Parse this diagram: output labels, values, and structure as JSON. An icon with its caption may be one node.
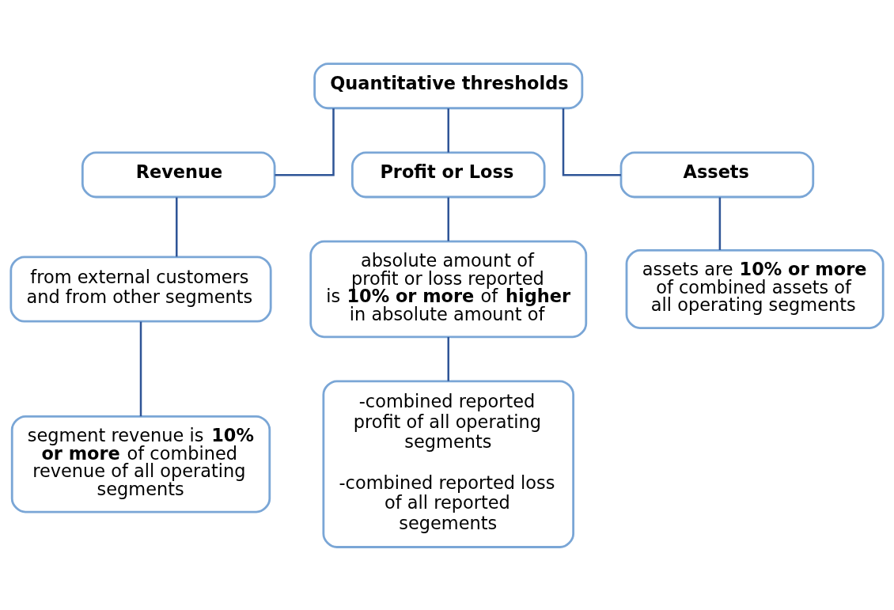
{
  "diagram": {
    "nodes": [
      {
        "text": [
          "Quantitative thresholds"
        ]
      },
      {
        "text": [
          "Revenue"
        ]
      },
      {
        "text": [
          "Profit or Loss"
        ]
      },
      {
        "text": [
          "Assets"
        ]
      },
      {
        "text": [
          "from external customers and from other segments"
        ]
      },
      {
        "text": [
          "absolute amount of profit or loss reported is **10% or more** of **higher** in absolute amount of"
        ]
      },
      {
        "text": [
          "assets are **10% or more** of combined assets of all operating segments"
        ]
      },
      {
        "text": [
          "segment revenue is **10% or more** of combined revenue of all operating segments"
        ]
      },
      {
        "text": [
          "-combined reported profit of all operating segments",
          "-combined reported loss of all reported segements"
        ]
      }
    ],
    "edges": [
      {
        "from": 0,
        "to": 1,
        "arrow": "none"
      },
      {
        "from": 0,
        "to": 2,
        "arrow": "none"
      },
      {
        "from": 0,
        "to": 3,
        "arrow": "none"
      },
      {
        "from": 1,
        "to": 4,
        "arrow": "none"
      },
      {
        "from": 2,
        "to": 5,
        "arrow": "none"
      },
      {
        "from": 3,
        "to": 6,
        "arrow": "none"
      },
      {
        "from": 4,
        "to": 7,
        "arrow": "none"
      },
      {
        "from": 5,
        "to": 8,
        "arrow": "none"
      }
    ]
  }
}
